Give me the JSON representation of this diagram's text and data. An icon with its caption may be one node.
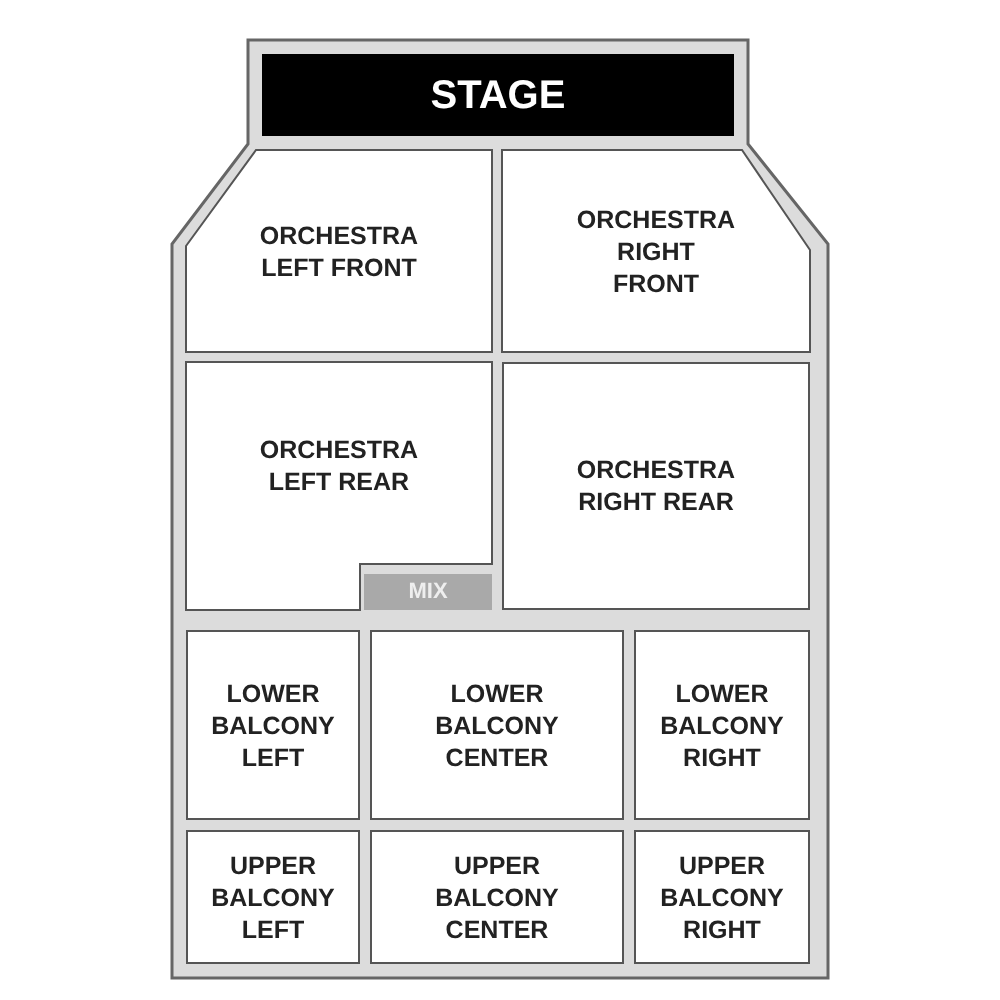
{
  "diagram": {
    "nodes": [
      {
        "text": [
          "STAGE"
        ]
      },
      {
        "text": [
          "ORCHESTRA LEFT FRONT"
        ]
      },
      {
        "text": [
          "ORCHESTRA RIGHT FRONT"
        ]
      },
      {
        "text": [
          "ORCHESTRA LEFT REAR"
        ]
      },
      {
        "text": [
          "ORCHESTRA RIGHT REAR"
        ]
      },
      {
        "text": [
          "MIX"
        ]
      },
      {
        "text": [
          "LOWER BALCONY LEFT"
        ]
      },
      {
        "text": [
          "LOWER BALCONY CENTER"
        ]
      },
      {
        "text": [
          "LOWER BALCONY RIGHT"
        ]
      },
      {
        "text": [
          "UPPER BALCONY LEFT"
        ]
      },
      {
        "text": [
          "UPPER BALCONY CENTER"
        ]
      },
      {
        "text": [
          "UPPER BALCONY RIGHT"
        ]
      }
    ]
  }
}
